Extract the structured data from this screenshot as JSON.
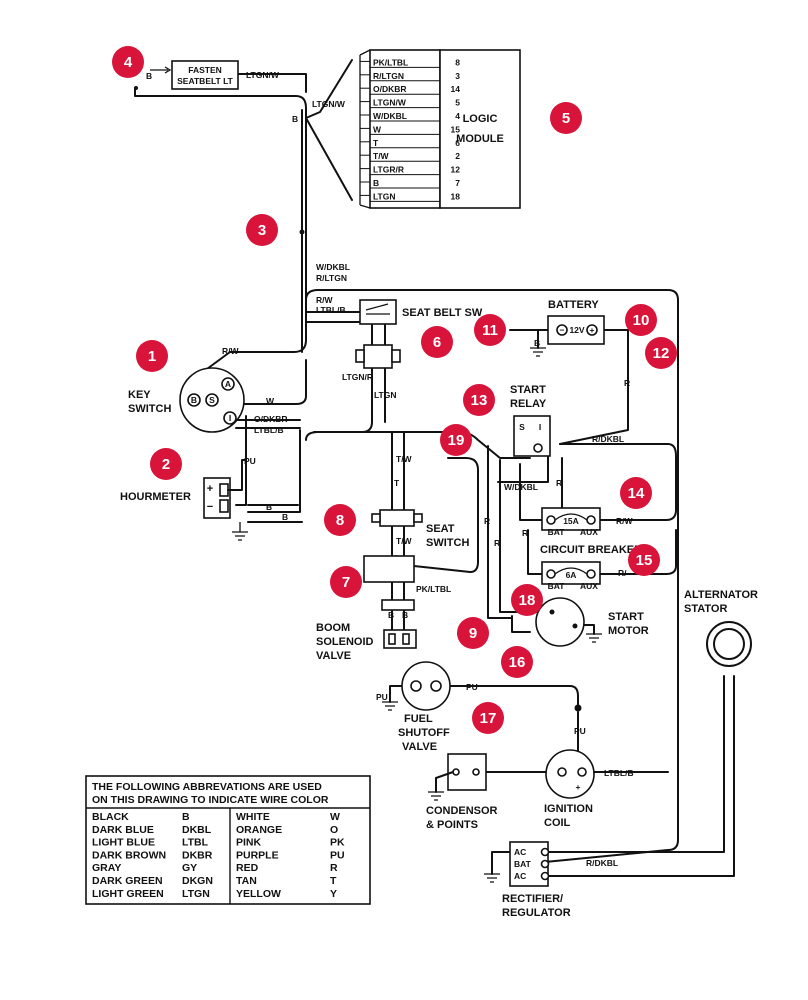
{
  "components": {
    "fasten_seatbelt": [
      "FASTEN",
      "SEATBELT LT"
    ],
    "logic_module": [
      "LOGIC",
      "MODULE"
    ],
    "seat_belt_sw": "SEAT BELT SW",
    "battery": "BATTERY",
    "battery_voltage": "12V",
    "key_switch": [
      "KEY",
      "SWITCH"
    ],
    "key_terminals": [
      "A",
      "B",
      "S",
      "I"
    ],
    "hourmeter": "HOURMETER",
    "start_relay": [
      "START",
      "RELAY"
    ],
    "relay_terminals": [
      "S",
      "I"
    ],
    "seat_switch": [
      "SEAT",
      "SWITCH"
    ],
    "circuit_breaker": "CIRCUIT BREAKER",
    "cb1_rating": "15A",
    "cb2_rating": "6A",
    "cb_terminals": [
      "BAT",
      "AUX"
    ],
    "start_motor": [
      "START",
      "MOTOR"
    ],
    "boom_solenoid": [
      "BOOM",
      "SOLENOID",
      "VALVE"
    ],
    "fuel_shutoff": [
      "FUEL",
      "SHUTOFF",
      "VALVE"
    ],
    "condensor": [
      "CONDENSOR",
      "& POINTS"
    ],
    "ignition_coil": [
      "IGNITION",
      "COIL"
    ],
    "alternator": [
      "ALTERNATOR",
      "STATOR"
    ],
    "rectifier": [
      "RECTIFIER/",
      "REGULATOR"
    ],
    "rectifier_terminals": [
      "AC",
      "BAT",
      "AC"
    ]
  },
  "logic_module_pins": [
    {
      "wire": "PK/LTBL",
      "pin": "8"
    },
    {
      "wire": "R/LTGN",
      "pin": "3"
    },
    {
      "wire": "O/DKBR",
      "pin": "14"
    },
    {
      "wire": "LTGN/W",
      "pin": "5"
    },
    {
      "wire": "W/DKBL",
      "pin": "4"
    },
    {
      "wire": "W",
      "pin": "15"
    },
    {
      "wire": "T",
      "pin": "6"
    },
    {
      "wire": "T/W",
      "pin": "2"
    },
    {
      "wire": "LTGR/R",
      "pin": "12"
    },
    {
      "wire": "B",
      "pin": "7"
    },
    {
      "wire": "LTGN",
      "pin": "18"
    }
  ],
  "wire_labels": {
    "b_fasten": "B",
    "ltgnw_top": "LTGN/W",
    "ltgnw_mid": "LTGN/W",
    "b_harness": "B",
    "wdkbl_harness": "W/DKBL",
    "rltgn_harness": "R/LTGN",
    "rw_sb": "R/W",
    "ltblb_sb": "LTBL/B",
    "rw_key": "R/W",
    "w_key": "W",
    "odkbr_key": "O/DKBR",
    "ltblb_key": "LTBL/B",
    "pu_hour": "PU",
    "b_hour1": "B",
    "b_hour2": "B",
    "ltgnr": "LTGN/R",
    "ltgn": "LTGN",
    "tw1": "T/W",
    "t1": "T",
    "tw2": "T/W",
    "pkltbl": "PK/LTBL",
    "b_sol1": "B",
    "b_sol2": "B",
    "b_batt": "B",
    "r_batt": "R",
    "rdkbl_relay": "R/DKBL",
    "wdkbl_relay": "W/DKBL",
    "r_relay": "R",
    "r_left1": "R",
    "r_left2": "R",
    "r_cb": "R",
    "rw_cb": "R/W",
    "r_cb2": "R/",
    "pu_fuel_l": "PU",
    "pu_fuel_r": "PU",
    "pu_coil": "PU",
    "ltblb_coil": "LTBL/B",
    "rdkbl_rect": "R/DKBL"
  },
  "callouts": [
    "1",
    "2",
    "3",
    "4",
    "5",
    "6",
    "7",
    "8",
    "9",
    "10",
    "11",
    "12",
    "13",
    "14",
    "15",
    "16",
    "17",
    "18",
    "19"
  ],
  "legend": {
    "title": [
      "THE FOLLOWING ABBREVATIONS ARE USED",
      "ON THIS DRAWING TO INDICATE WIRE COLOR"
    ],
    "rows": [
      [
        "BLACK",
        "B",
        "WHITE",
        "W"
      ],
      [
        "DARK BLUE",
        "DKBL",
        "ORANGE",
        "O"
      ],
      [
        "LIGHT BLUE",
        "LTBL",
        "PINK",
        "PK"
      ],
      [
        "DARK BROWN",
        "DKBR",
        "PURPLE",
        "PU"
      ],
      [
        "GRAY",
        "GY",
        "RED",
        "R"
      ],
      [
        "DARK GREEN",
        "DKGN",
        "TAN",
        "T"
      ],
      [
        "LIGHT GREEN",
        "LTGN",
        "YELLOW",
        "Y"
      ]
    ]
  },
  "colors": {
    "callout": "#d8143a",
    "ink": "#111111"
  }
}
